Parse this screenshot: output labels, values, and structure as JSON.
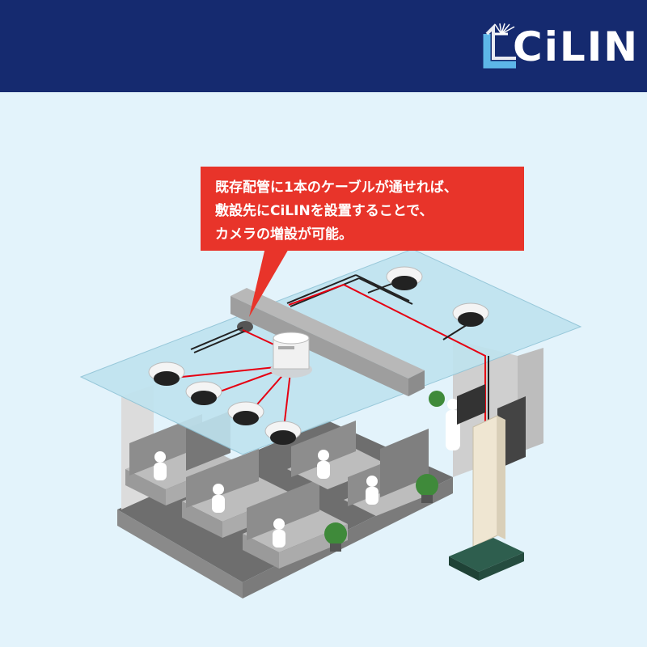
{
  "header": {
    "logo_text": "CiLIN",
    "colors": {
      "background": "#152a6f",
      "logo_accent": "#5db6e8"
    }
  },
  "callout": {
    "lines": [
      "既存配管に1本のケーブルが通せれば、",
      "敷設先にCiLINを設置することで、",
      "カメラの増設が可能。"
    ],
    "color": "#e8342a"
  },
  "scene": {
    "ceiling_cameras": [
      "camera-1",
      "camera-2",
      "camera-3",
      "camera-4",
      "camera-5",
      "camera-6"
    ],
    "colors": {
      "ceiling": "#bfe3ef",
      "cable": "#e60012",
      "duct": "#a9a9a9",
      "floor_board": "#2e5e4e",
      "riser_panel": "#efe6d2"
    }
  }
}
